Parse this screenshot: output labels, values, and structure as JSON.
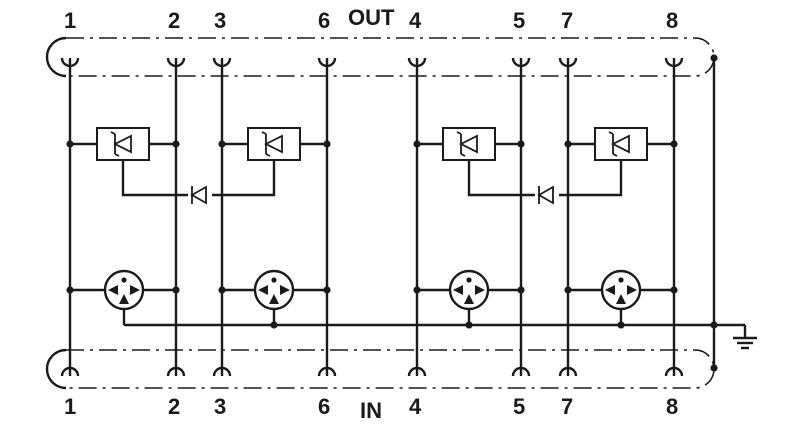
{
  "labels": {
    "out": "OUT",
    "in": "IN"
  },
  "pins": {
    "top": [
      "1",
      "2",
      "3",
      "6",
      "4",
      "5",
      "7",
      "8"
    ],
    "bottom": [
      "1",
      "2",
      "3",
      "6",
      "4",
      "5",
      "7",
      "8"
    ]
  },
  "colors": {
    "line": "#1a1a1a",
    "background": "#ffffff"
  },
  "icons": {
    "tvs_diode": "tvs-diode-icon",
    "gas_arrester": "gas-discharge-arrester-icon",
    "steering_diode": "diode-icon",
    "ground": "ground-icon"
  }
}
